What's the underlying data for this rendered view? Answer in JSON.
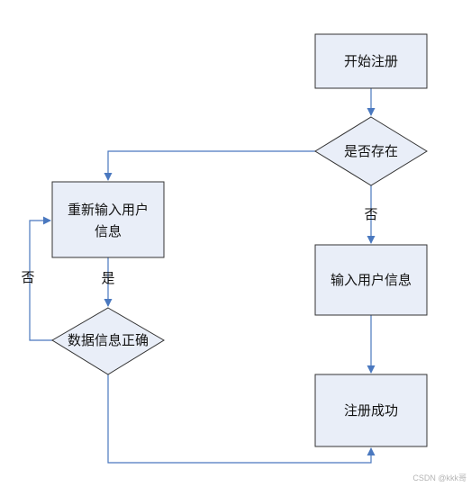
{
  "nodes": {
    "start": "开始注册",
    "exists_check": "是否存在",
    "reenter_line1": "重新输入用户",
    "reenter_line2": "信息",
    "enter_info": "输入用户信息",
    "validate": "数据信息正确",
    "success": "注册成功"
  },
  "edges": {
    "exists_no": "否",
    "validate_yes": "是",
    "validate_no": "否"
  },
  "watermark": "CSDN @kkk哥",
  "colors": {
    "node_fill": "#e9eef8",
    "node_border": "#333333",
    "edge": "#4a78bf"
  }
}
